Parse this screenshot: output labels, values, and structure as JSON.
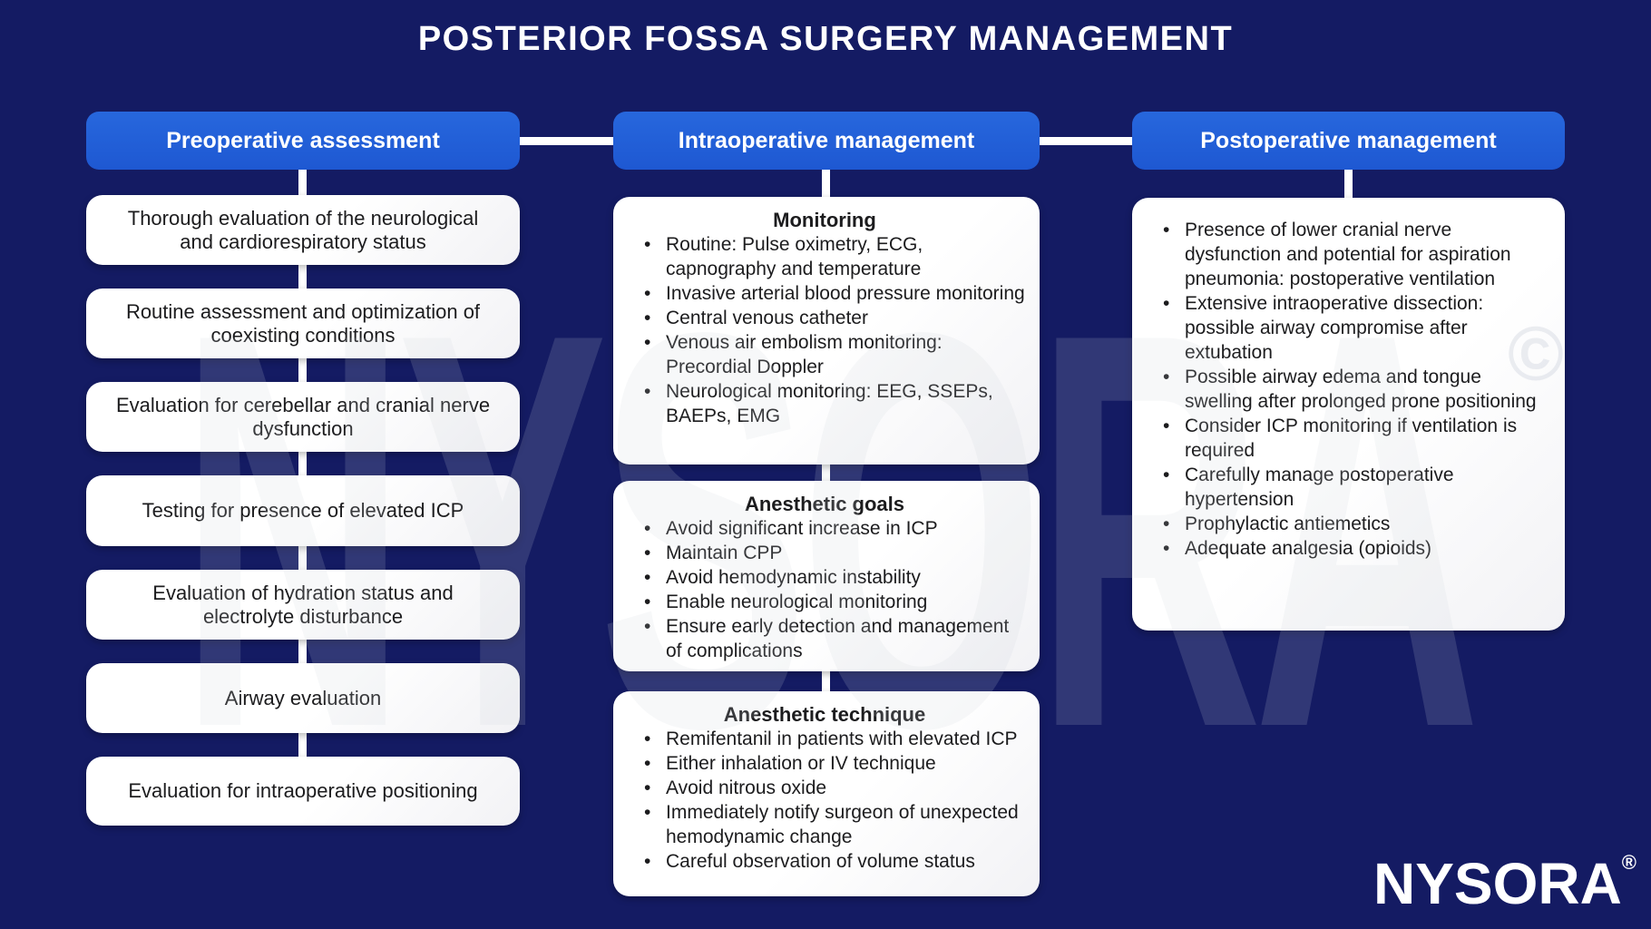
{
  "title": "POSTERIOR FOSSA SURGERY MANAGEMENT",
  "watermark": {
    "text": "NYSORA",
    "copyright": "©"
  },
  "logo": {
    "text": "NYSORA",
    "registered": "®"
  },
  "colors": {
    "background_navy": "#141b63",
    "header_blue": "#2161d8",
    "box_white": "#ffffff",
    "text_dark": "#1c1c1e",
    "connector_white": "#ffffff"
  },
  "columns": [
    {
      "header": "Preoperative assessment",
      "boxes": [
        "Thorough evaluation of the neurological and cardiorespiratory status",
        "Routine assessment and optimization of coexisting conditions",
        "Evaluation for cerebellar and cranial nerve dysfunction",
        "Testing for presence of elevated ICP",
        "Evaluation of hydration status and electrolyte disturbance",
        "Airway evaluation",
        "Evaluation for intraoperative positioning"
      ]
    },
    {
      "header": "Intraoperative management",
      "boxes": [
        {
          "title": "Monitoring",
          "bullets": [
            "Routine: Pulse oximetry, ECG, capnography and temperature",
            "Invasive arterial blood pressure monitoring",
            "Central venous catheter",
            "Venous air embolism monitoring: Precordial Doppler",
            "Neurological monitoring: EEG, SSEPs, BAEPs, EMG"
          ]
        },
        {
          "title": "Anesthetic goals",
          "bullets": [
            "Avoid significant increase in ICP",
            "Maintain CPP",
            "Avoid hemodynamic instability",
            "Enable neurological monitoring",
            "Ensure early detection and management of complications"
          ]
        },
        {
          "title": "Anesthetic technique",
          "bullets": [
            "Remifentanil in patients with elevated ICP",
            "Either inhalation or IV technique",
            "Avoid nitrous oxide",
            "Immediately notify surgeon of unexpected hemodynamic change",
            "Careful observation of volume status"
          ]
        }
      ]
    },
    {
      "header": "Postoperative management",
      "boxes": [
        {
          "bullets": [
            "Presence of lower cranial nerve dysfunction and potential for aspiration pneumonia: postoperative ventilation",
            "Extensive intraoperative dissection: possible airway compromise after extubation",
            "Possible airway edema and tongue swelling after prolonged prone positioning",
            "Consider ICP monitoring if ventilation is required",
            "Carefully manage postoperative hypertension",
            "Prophylactic antiemetics",
            "Adequate analgesia (opioids)"
          ]
        }
      ]
    }
  ]
}
